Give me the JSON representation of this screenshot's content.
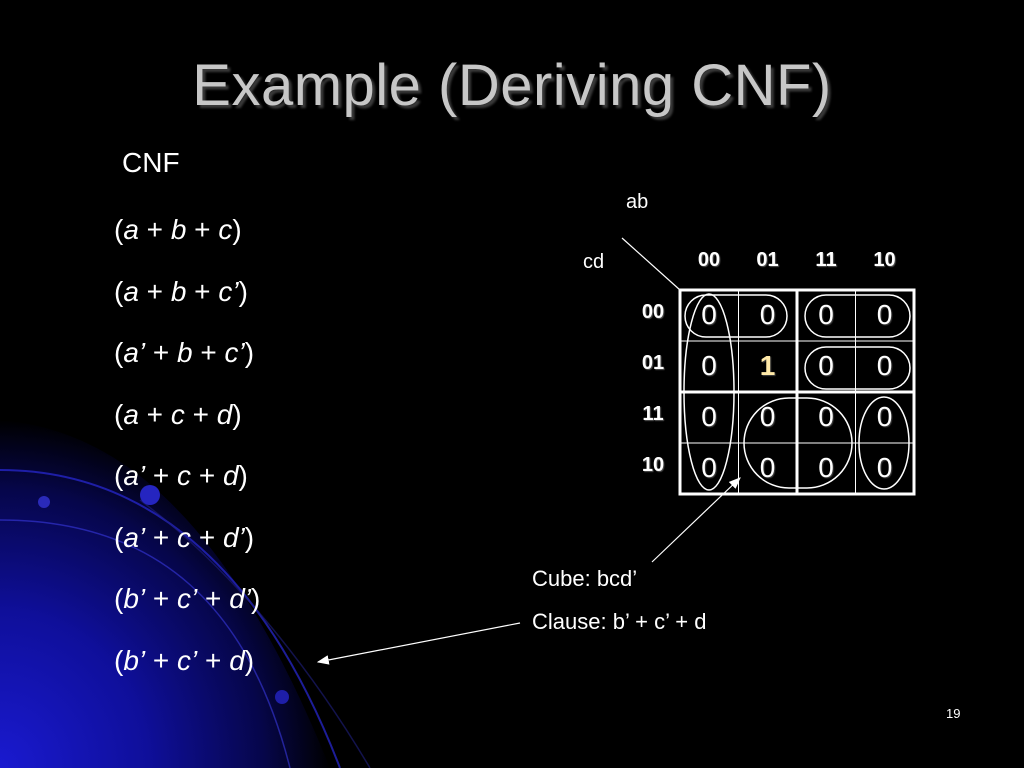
{
  "title": "Example (Deriving CNF)",
  "subheading": "CNF",
  "clauses": [
    [
      {
        "t": "(",
        "v": false
      },
      {
        "t": "a",
        "v": true
      },
      {
        "t": " + ",
        "v": false
      },
      {
        "t": "b",
        "v": true
      },
      {
        "t": " + ",
        "v": false
      },
      {
        "t": "c",
        "v": true
      },
      {
        "t": ")",
        "v": false
      }
    ],
    [
      {
        "t": "(",
        "v": false
      },
      {
        "t": "a",
        "v": true
      },
      {
        "t": " + ",
        "v": false
      },
      {
        "t": "b",
        "v": true
      },
      {
        "t": " + ",
        "v": false
      },
      {
        "t": "c’",
        "v": true
      },
      {
        "t": ")",
        "v": false
      }
    ],
    [
      {
        "t": "(",
        "v": false
      },
      {
        "t": "a’",
        "v": true
      },
      {
        "t": " + ",
        "v": false
      },
      {
        "t": "b",
        "v": true
      },
      {
        "t": " + ",
        "v": false
      },
      {
        "t": "c’",
        "v": true
      },
      {
        "t": ")",
        "v": false
      }
    ],
    [
      {
        "t": "(",
        "v": false
      },
      {
        "t": "a",
        "v": true
      },
      {
        "t": " + ",
        "v": false
      },
      {
        "t": "c",
        "v": true
      },
      {
        "t": " + ",
        "v": false
      },
      {
        "t": "d",
        "v": true
      },
      {
        "t": ")",
        "v": false
      }
    ],
    [
      {
        "t": "(",
        "v": false
      },
      {
        "t": "a’",
        "v": true
      },
      {
        "t": " + ",
        "v": false
      },
      {
        "t": "c",
        "v": true
      },
      {
        "t": " + ",
        "v": false
      },
      {
        "t": "d",
        "v": true
      },
      {
        "t": ")",
        "v": false
      }
    ],
    [
      {
        "t": "(",
        "v": false
      },
      {
        "t": "a’",
        "v": true
      },
      {
        "t": " + ",
        "v": false
      },
      {
        "t": "c",
        "v": true
      },
      {
        "t": " + ",
        "v": false
      },
      {
        "t": "d’",
        "v": true
      },
      {
        "t": ")",
        "v": false
      }
    ],
    [
      {
        "t": "(",
        "v": false
      },
      {
        "t": "b’",
        "v": true
      },
      {
        "t": " + ",
        "v": false
      },
      {
        "t": "c’",
        "v": true
      },
      {
        "t": " + ",
        "v": false
      },
      {
        "t": "d’",
        "v": true
      },
      {
        "t": ")",
        "v": false
      }
    ],
    [
      {
        "t": "(",
        "v": false
      },
      {
        "t": "b’",
        "v": true
      },
      {
        "t": " + ",
        "v": false
      },
      {
        "t": "c’",
        "v": true
      },
      {
        "t": " + ",
        "v": false
      },
      {
        "t": "d",
        "v": true
      },
      {
        "t": ")",
        "v": false
      }
    ]
  ],
  "kmap": {
    "col_var": "ab",
    "row_var": "cd",
    "col_headers": [
      "00",
      "01",
      "11",
      "10"
    ],
    "row_headers": [
      "00",
      "01",
      "11",
      "10"
    ],
    "cells": [
      [
        "0",
        "0",
        "0",
        "0"
      ],
      [
        "0",
        "1",
        "0",
        "0"
      ],
      [
        "0",
        "0",
        "0",
        "0"
      ],
      [
        "0",
        "0",
        "0",
        "0"
      ]
    ]
  },
  "annotation": {
    "cube": "Cube: bcd’",
    "clause": "Clause: b’ + c’ + d"
  },
  "page_number": "19",
  "colors": {
    "background": "#000000",
    "title": "#c7c7c7",
    "accent_blue": "#1414a0"
  }
}
